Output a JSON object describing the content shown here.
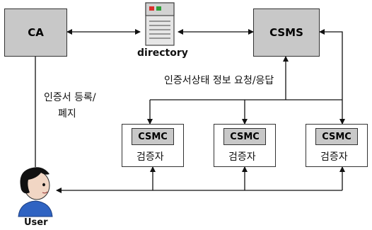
{
  "nodes": {
    "ca": "CA",
    "csms": "CSMS",
    "directory": "directory",
    "user": "User",
    "validators": [
      {
        "module": "CSMC",
        "label": "검증자"
      },
      {
        "module": "CSMC",
        "label": "검증자"
      },
      {
        "module": "CSMC",
        "label": "검증자"
      }
    ]
  },
  "edges": {
    "cert_register_line1": "인증서 등록/",
    "cert_register_line2": "폐지",
    "status_request": "인증서상태 정보 요청/응답"
  },
  "colors": {
    "box_fill": "#c8c8c8",
    "line": "#111111",
    "server_red": "#d9302c",
    "server_green": "#2f9e3a"
  }
}
